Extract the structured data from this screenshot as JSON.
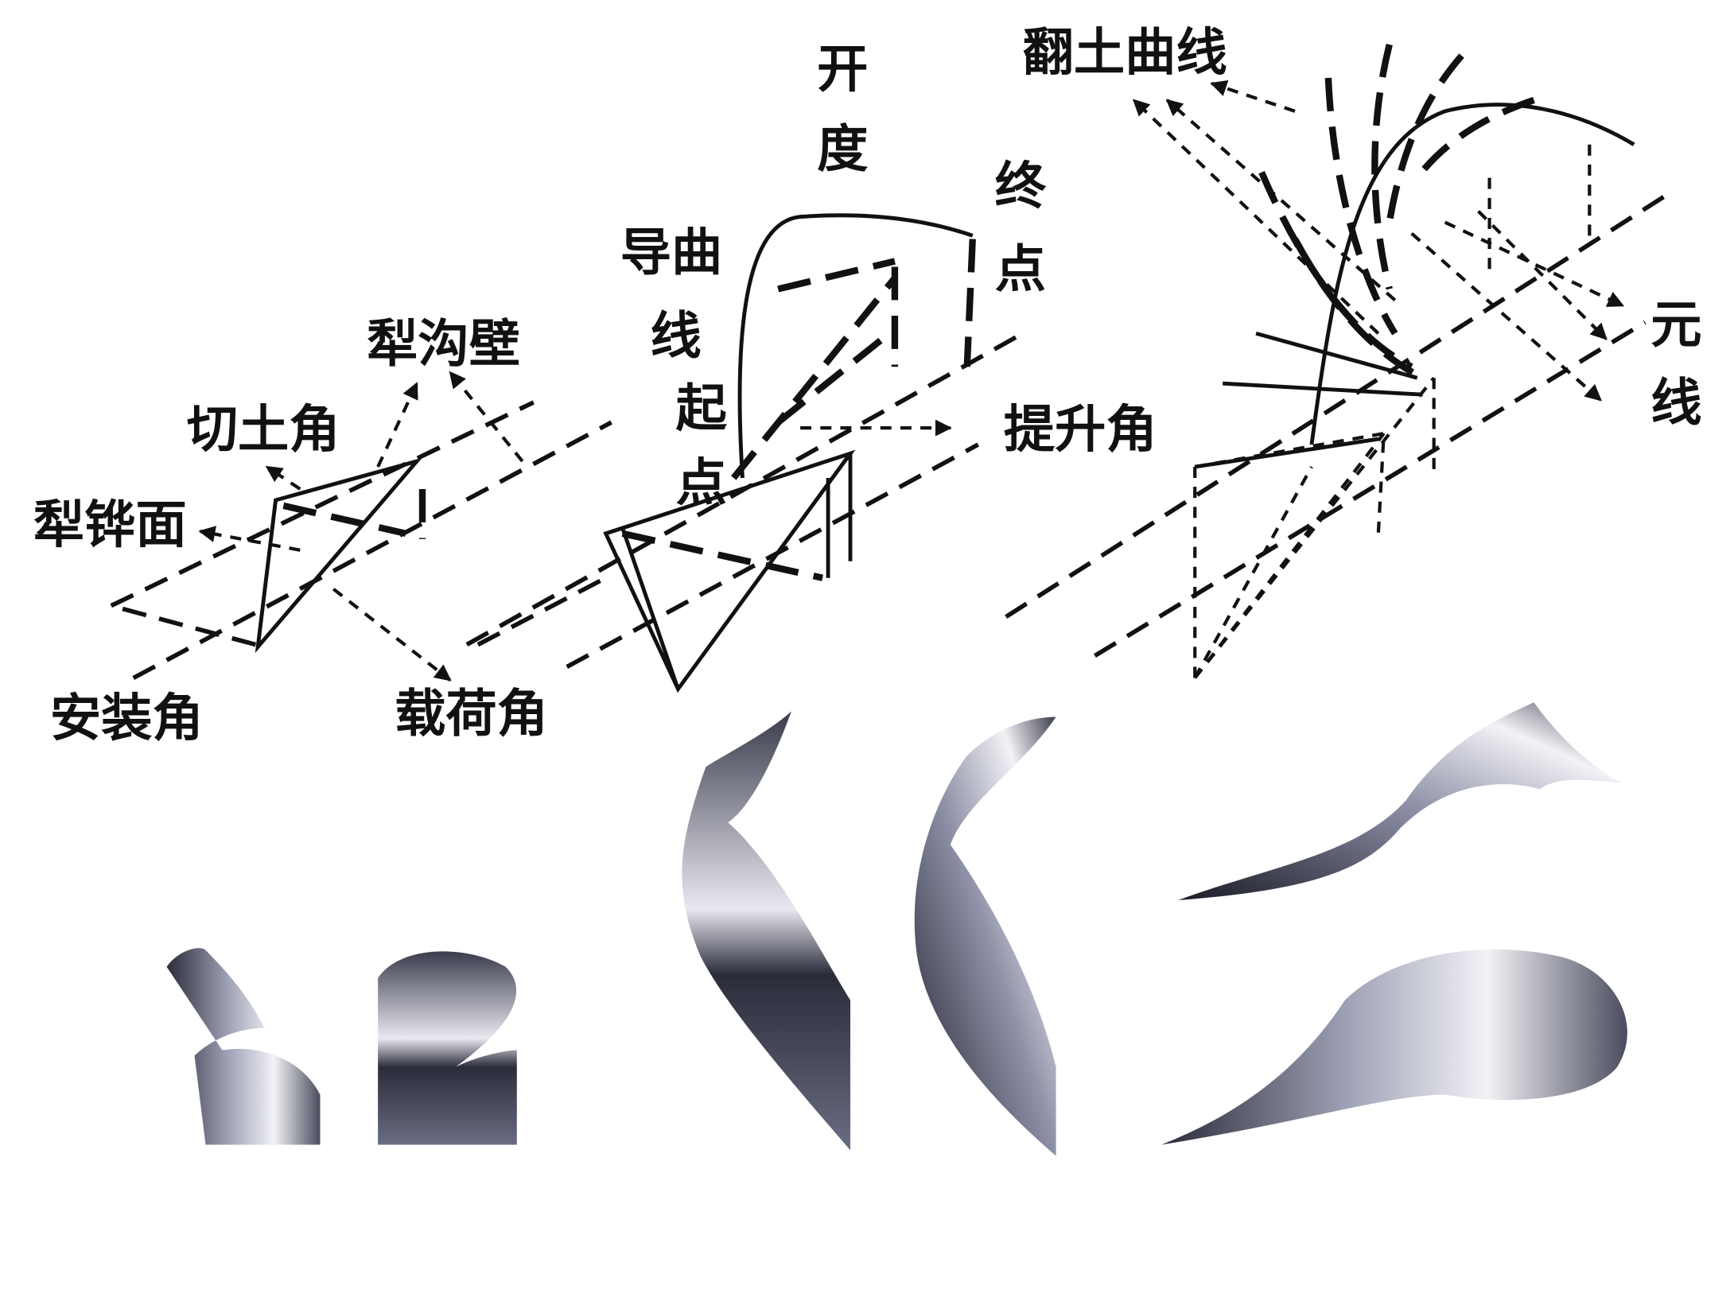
{
  "diagram": {
    "panel_a": {
      "labels": {
        "furrow_wall": "犁沟壁",
        "cutting_angle": "切土角",
        "share_surface": "犁铧面",
        "mounting_angle": "安装角",
        "load_angle": "载荷角"
      }
    },
    "panel_b": {
      "labels": {
        "guide_curve_1": "导曲",
        "guide_curve_2": "线",
        "start_1": "起",
        "start_2": "点",
        "opening_1": "开",
        "opening_2": "度",
        "end_1": "终",
        "end_2": "点",
        "lift_angle": "提升角"
      }
    },
    "panel_c": {
      "labels": {
        "turning_curve": "翻土曲线",
        "element_line_1": "元",
        "element_line_2": "线"
      }
    },
    "colors": {
      "ink": "#111111",
      "surface_dark": "#2a2c3a",
      "surface_mid": "#7a7d92",
      "surface_light": "#f2f2f6"
    }
  }
}
